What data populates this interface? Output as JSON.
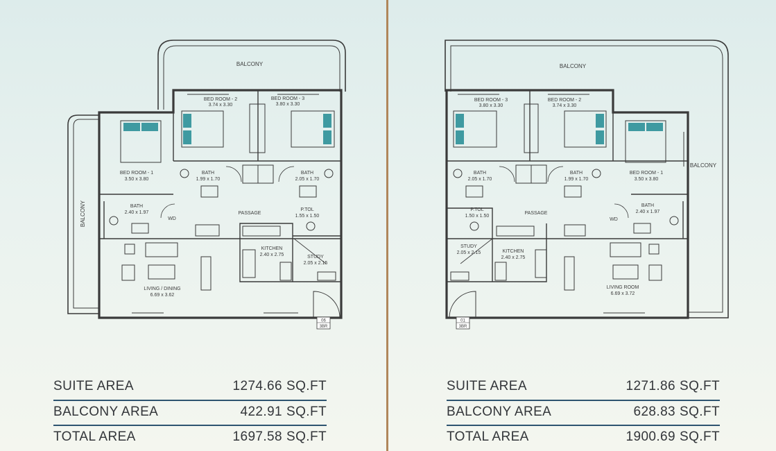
{
  "plans": [
    {
      "unit_top": "06",
      "unit_bottom": "3BR",
      "rooms": {
        "balcony_top": "BALCONY",
        "balcony_side": "BALCONY",
        "bed2_name": "BED ROOM - 2",
        "bed2_dim": "3.74 x 3.30",
        "bed3_name": "BED ROOM - 3",
        "bed3_dim": "3.80 x 3.30",
        "bed1_name": "BED ROOM - 1",
        "bed1_dim": "3.50 x 3.80",
        "bath_a_name": "BATH",
        "bath_a_dim": "1.99 x 1.70",
        "bath_b_name": "BATH",
        "bath_b_dim": "2.05 x 1.70",
        "bath_c_name": "BATH",
        "bath_c_dim": "2.40 x 1.97",
        "passage": "PASSAGE",
        "ptoil_name": "P.TOL",
        "ptoil_dim": "1.55 x 1.50",
        "wd": "WD",
        "kitchen_name": "KITCHEN",
        "kitchen_dim": "2.40 x 2.75",
        "study_name": "STUDY",
        "study_dim": "2.05 x 2.15",
        "living_name": "LIVING / DINING",
        "living_dim": "6.69 x 3.62"
      },
      "areas": [
        {
          "label": "SUITE AREA",
          "value": "1274.66",
          "unit": "SQ.FT"
        },
        {
          "label": "BALCONY AREA",
          "value": "422.91",
          "unit": "SQ.FT"
        },
        {
          "label": "TOTAL AREA",
          "value": "1697.58",
          "unit": "SQ.FT"
        }
      ]
    },
    {
      "unit_top": "01",
      "unit_bottom": "3BR",
      "rooms": {
        "balcony_top": "BALCONY",
        "balcony_side": "BALCONY",
        "bed3_name": "BED ROOM - 3",
        "bed3_dim": "3.80 x 3.30",
        "bed2_name": "BED ROOM - 2",
        "bed2_dim": "3.74 x 3.30",
        "bed1_name": "BED ROOM - 1",
        "bed1_dim": "3.50 x 3.80",
        "bath_a_name": "BATH",
        "bath_a_dim": "2.05 x 1.70",
        "bath_b_name": "BATH",
        "bath_b_dim": "1.99 x 1.70",
        "bath_c_name": "BATH",
        "bath_c_dim": "2.40 x 1.97",
        "passage": "PASSAGE",
        "ptoil_name": "P.TOL",
        "ptoil_dim": "1.50 x 1.50",
        "wd": "WD",
        "kitchen_name": "KITCHEN",
        "kitchen_dim": "2.40 x 2.75",
        "study_name": "STUDY",
        "study_dim": "2.05 x 2.15",
        "living_name": "LIVING ROOM",
        "living_dim": "6.69 x 3.72"
      },
      "areas": [
        {
          "label": "SUITE AREA",
          "value": "1271.86",
          "unit": "SQ.FT"
        },
        {
          "label": "BALCONY AREA",
          "value": "628.83",
          "unit": "SQ.FT"
        },
        {
          "label": "TOTAL AREA",
          "value": "1900.69",
          "unit": "SQ.FT"
        }
      ]
    }
  ],
  "colors": {
    "divider": "#b0865a",
    "wall": "#3a3a3a",
    "bed_accent": "#3f9aa1",
    "rule": "#2e5470"
  }
}
